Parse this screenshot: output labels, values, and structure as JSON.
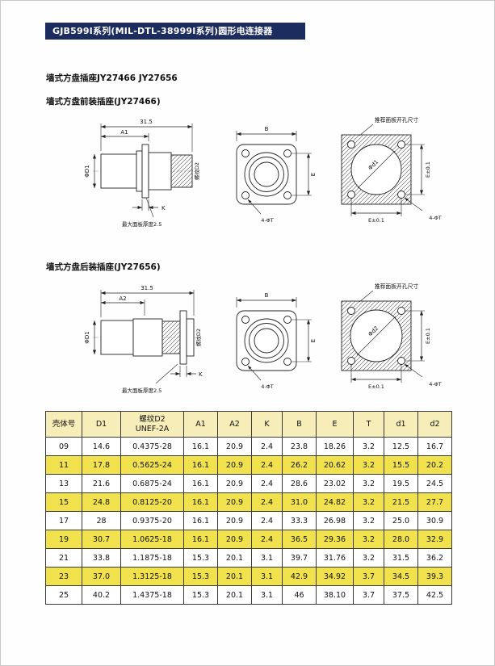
{
  "page": {
    "header_title": "GJB599I系列(MIL-DTL-38999I系列)圆形电连接器",
    "series_line": "墙式方盘插座JY27466  JY27656"
  },
  "drawings": {
    "front_mount": {
      "title": "墙式方盘前装插座(JY27466)",
      "overall_length": "31.5",
      "a_dim": "A1",
      "shell_dia": "ΦD1",
      "thread_label": "螺纹D2",
      "panel_note": "最大面板厚度2.5",
      "k_dim": "K",
      "b_dim": "B",
      "e_dim": "E",
      "mount_holes": "4-ΦT",
      "cutout_title": "推荐面板开孔尺寸",
      "cutout_dia": "Φd1",
      "cutout_e_vertical": "E±0.1",
      "cutout_e_horizontal": "E±0.1",
      "cutout_holes": "4-ΦT"
    },
    "rear_mount": {
      "title": "墙式方盘后装插座(JY27656)",
      "overall_length": "31.5",
      "a_dim": "A2",
      "shell_dia": "ΦD1",
      "thread_label": "螺纹D2",
      "panel_note": "最大面板厚度2.5",
      "k_dim": "K",
      "b_dim": "B",
      "e_dim": "E",
      "mount_holes": "4-ΦT",
      "cutout_title": "推荐面板开孔尺寸",
      "cutout_dia": "Φd2",
      "cutout_e_vertical": "E±0.1",
      "cutout_e_horizontal": "E±0.1",
      "cutout_holes": "4-ΦT"
    }
  },
  "table": {
    "headers": [
      "壳体号",
      "D1",
      "螺纹D2\nUNEF-2A",
      "A1",
      "A2",
      "K",
      "B",
      "E",
      "T",
      "d1",
      "d2"
    ],
    "highlighted_row_indexes": [
      1,
      3,
      5,
      7
    ],
    "rows": [
      [
        "09",
        "14.6",
        "0.4375-28",
        "16.1",
        "20.9",
        "2.4",
        "23.8",
        "18.26",
        "3.2",
        "12.5",
        "16.7"
      ],
      [
        "11",
        "17.8",
        "0.5625-24",
        "16.1",
        "20.9",
        "2.4",
        "26.2",
        "20.62",
        "3.2",
        "15.5",
        "20.2"
      ],
      [
        "13",
        "21.6",
        "0.6875-24",
        "16.1",
        "20.9",
        "2.4",
        "28.6",
        "23.02",
        "3.2",
        "19.5",
        "24.5"
      ],
      [
        "15",
        "24.8",
        "0.8125-20",
        "16.1",
        "20.9",
        "2.4",
        "31.0",
        "24.82",
        "3.2",
        "21.5",
        "27.7"
      ],
      [
        "17",
        "28",
        "0.9375-20",
        "16.1",
        "20.9",
        "2.4",
        "33.3",
        "26.98",
        "3.2",
        "25.0",
        "30.9"
      ],
      [
        "19",
        "30.7",
        "1.0625-18",
        "16.1",
        "20.9",
        "2.4",
        "36.5",
        "29.36",
        "3.2",
        "28.0",
        "32.9"
      ],
      [
        "21",
        "33.8",
        "1.1875-18",
        "15.3",
        "20.1",
        "3.1",
        "39.7",
        "31.76",
        "3.2",
        "31.5",
        "36.2"
      ],
      [
        "23",
        "37.0",
        "1.3125-18",
        "15.3",
        "20.1",
        "3.1",
        "42.9",
        "34.92",
        "3.7",
        "34.5",
        "39.3"
      ],
      [
        "25",
        "40.2",
        "1.4375-18",
        "15.3",
        "20.1",
        "3.1",
        "46",
        "38.10",
        "3.7",
        "37.5",
        "42.5"
      ]
    ]
  }
}
